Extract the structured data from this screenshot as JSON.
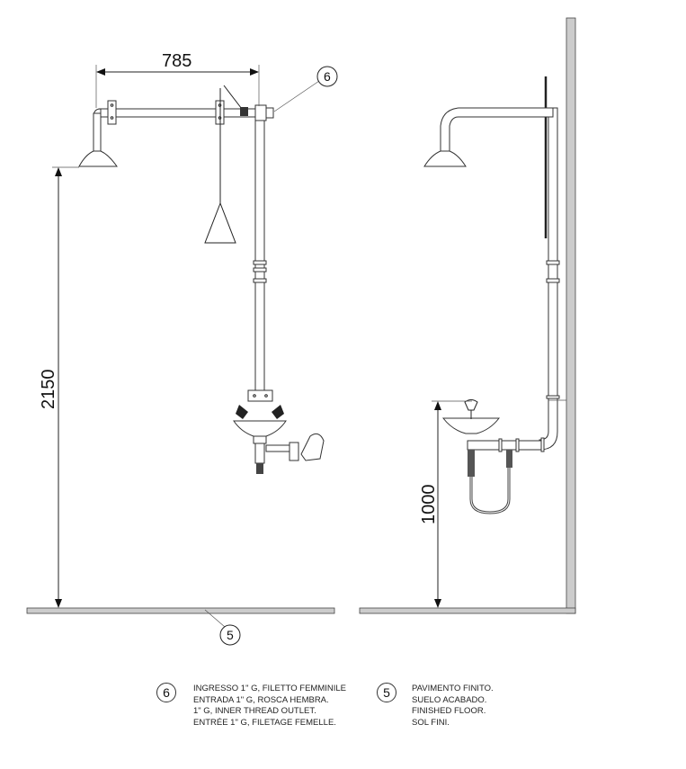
{
  "dimensions": {
    "arm_length": "785",
    "shower_height": "2150",
    "eyewash_height": "1000"
  },
  "callouts": {
    "inlet": "6",
    "floor": "5"
  },
  "legend": [
    {
      "number": "6",
      "lines": [
        "INGRESSO 1\" G, FILETTO FEMMINILE",
        "ENTRADA 1\" G, ROSCA HEMBRA.",
        "1\" G, INNER THREAD OUTLET.",
        "ENTRÉE 1\" G, FILETAGE FEMELLE."
      ]
    },
    {
      "number": "5",
      "lines": [
        "PAVIMENTO FINITO.",
        "SUELO ACABADO.",
        "FINISHED FLOOR.",
        "SOL FINI."
      ]
    }
  ]
}
